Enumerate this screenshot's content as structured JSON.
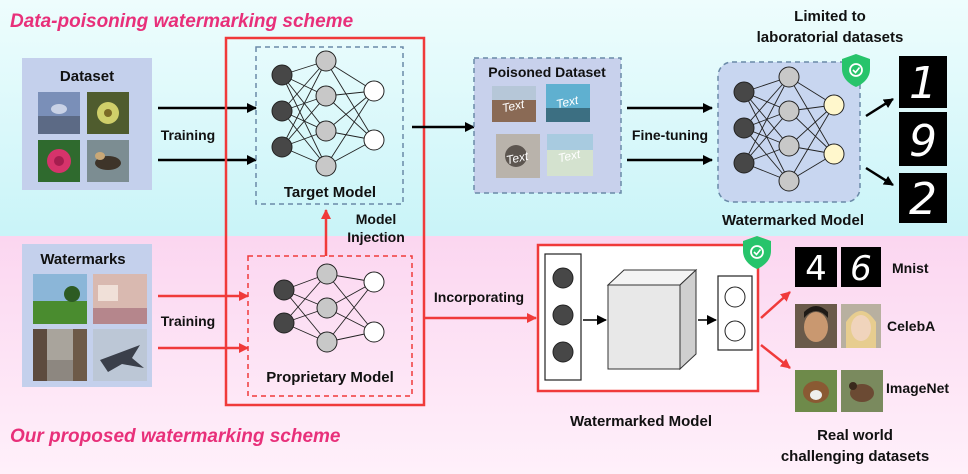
{
  "top_scheme_title": "Data-poisoning watermarking scheme",
  "bottom_scheme_title": "Our proposed watermarking scheme",
  "dataset_label": "Dataset",
  "watermarks_label": "Watermarks",
  "training_top": "Training",
  "training_bottom": "Training",
  "target_model": "Target Model",
  "proprietary_model": "Proprietary Model",
  "model_injection_line1": "Model",
  "model_injection_line2": "Injection",
  "poisoned_dataset": "Poisoned Dataset",
  "text_overlay": "Text",
  "fine_tuning": "Fine-tuning",
  "incorporating": "Incorporating",
  "limited_line1": "Limited to",
  "limited_line2": "laboratorial datasets",
  "watermarked_model_top": "Watermarked Model",
  "watermarked_model_bottom": "Watermarked Model",
  "digits_top": [
    "1",
    "9",
    "2"
  ],
  "digits_mnist": [
    "4",
    "6"
  ],
  "dataset_mnist": "Mnist",
  "dataset_celeba": "CelebA",
  "dataset_imagenet": "ImageNet",
  "real_world_line1": "Real world",
  "real_world_line2": "challenging datasets",
  "colors": {
    "accent_red": "#f03a3a",
    "title_pink": "#e8307a",
    "top_band": "#d7f7fb",
    "bottom_band": "#fde3f5",
    "panel_blue": "#c4d0ec",
    "shield_green": "#27c46b"
  }
}
